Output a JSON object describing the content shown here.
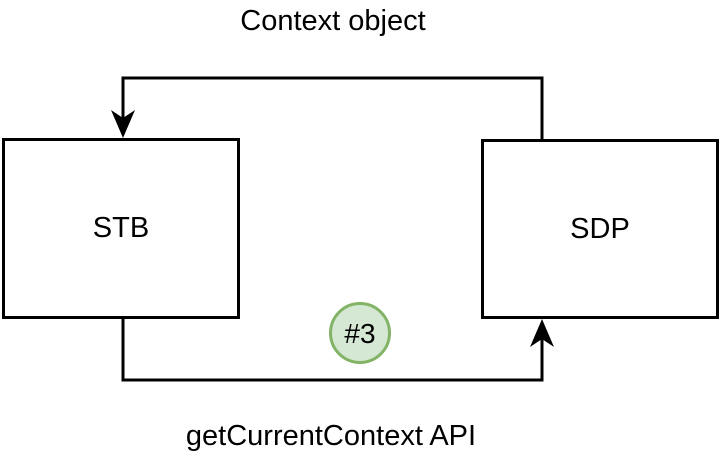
{
  "diagram": {
    "background_color": "#ffffff",
    "line_color": "#000000",
    "top_label": "Context object",
    "bottom_label": "getCurrentContext API",
    "nodes": {
      "stb": {
        "label": "STB"
      },
      "sdp": {
        "label": "SDP"
      }
    },
    "badge": {
      "label": "#3",
      "fill_color": "#d5e8d4",
      "border_color": "#82b366"
    },
    "connectors": [
      {
        "name": "context-object-flow",
        "from": "SDP",
        "to": "STB",
        "label": "Context object"
      },
      {
        "name": "get-current-context-flow",
        "from": "STB",
        "to": "SDP",
        "label": "getCurrentContext API"
      }
    ]
  }
}
